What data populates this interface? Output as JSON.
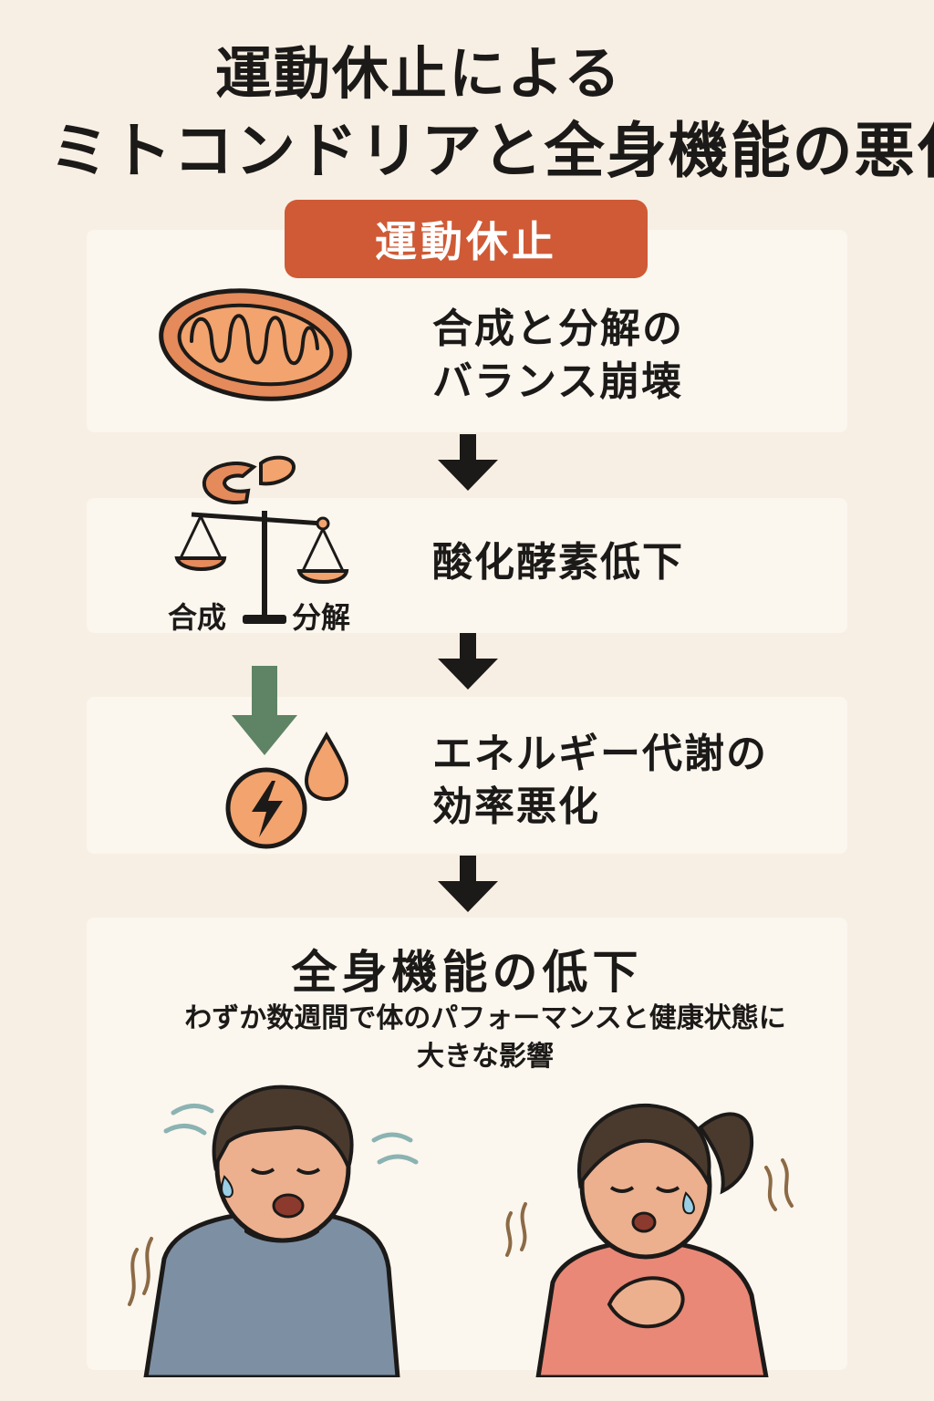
{
  "title": {
    "line1": "運動休止による",
    "line2": "ミトコンドリアと全身機能の悪化"
  },
  "start_box": "運動休止",
  "steps": [
    {
      "text_line1": "合成と分解の",
      "text_line2": "バランス崩壊",
      "icon": "mitochondria-icon"
    },
    {
      "text_line1": "酸化酵素低下",
      "icon": "balance-scale-icon",
      "scale_left_label": "合成",
      "scale_right_label": "分解"
    },
    {
      "text_line1": "エネルギー代謝の",
      "text_line2": "効率悪化",
      "icon": "energy-drop-icon"
    }
  ],
  "result": {
    "title": "全身機能の低下",
    "desc_line1": "わずか数週間で体のパフォーマンスと健康状態に",
    "desc_line2": "大きな影響"
  },
  "colors": {
    "background": "#f7efe3",
    "panel": "#fbf6ee",
    "accent": "#cf5a35",
    "orange_fill": "#f2a36e",
    "green_arrow": "#5e8465",
    "man_shirt": "#7d8fa3",
    "woman_shirt": "#e98877"
  }
}
